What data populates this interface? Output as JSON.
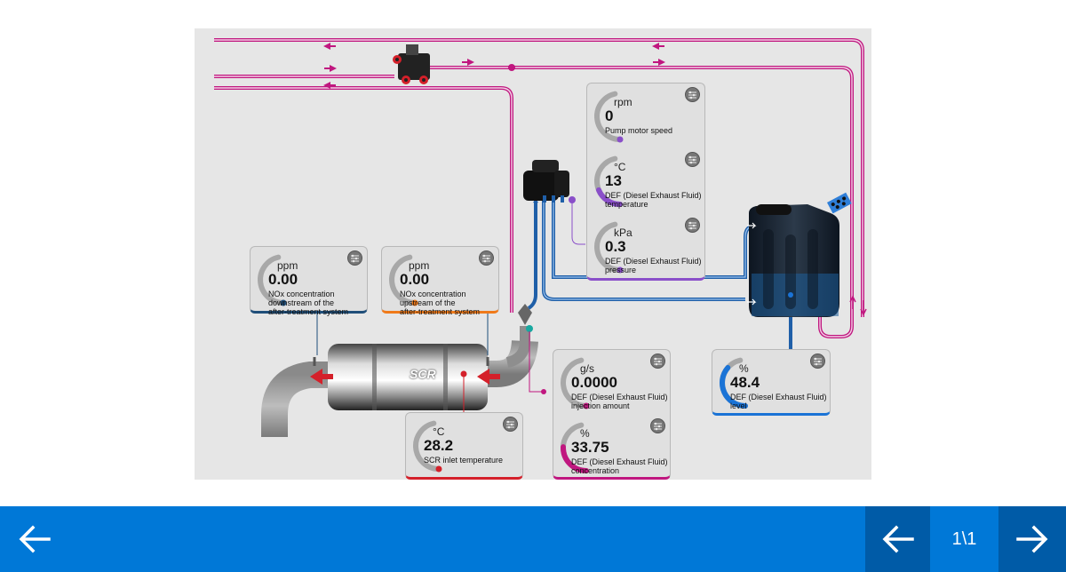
{
  "cards": {
    "pump_speed": {
      "unit": "rpm",
      "value": "0",
      "label": [
        "Pump motor speed"
      ],
      "color": "#8a4fc9",
      "level": 0.0
    },
    "def_temp": {
      "unit": "°C",
      "value": "13",
      "label": [
        "DEF (Diesel Exhaust Fluid)",
        "temperature"
      ],
      "color": "#8a4fc9",
      "level": 0.25
    },
    "def_pressure": {
      "unit": "kPa",
      "value": "0.3",
      "label": [
        "DEF (Diesel Exhaust Fluid)",
        "pressure"
      ],
      "color": "#8a4fc9",
      "level": 0.02
    },
    "nox_down": {
      "unit": "ppm",
      "value": "0.00",
      "label": [
        "NOx concentration",
        "downstream  of the",
        "after-treatment  system"
      ],
      "color": "#1f4e79",
      "level": 0.0
    },
    "nox_up": {
      "unit": "ppm",
      "value": "0.00",
      "label": [
        "NOx concentration",
        "upstream  of the",
        "after-treatment  system"
      ],
      "color": "#f07a1a",
      "level": 0.0
    },
    "def_injection": {
      "unit": "g/s",
      "value": "0.0000",
      "label": [
        "DEF (Diesel Exhaust Fluid)",
        "injection  amount"
      ],
      "color": "#c0177f",
      "level": 0.0
    },
    "def_concentration": {
      "unit": "%",
      "value": "33.75",
      "label": [
        "DEF (Diesel Exhaust Fluid)",
        "concentration"
      ],
      "color": "#c0177f",
      "level": 0.34
    },
    "scr_temp": {
      "unit": "°C",
      "value": "28.2",
      "label": [
        "SCR inlet temperature"
      ],
      "color": "#d4202a",
      "level": 0.03
    },
    "def_level": {
      "unit": "%",
      "value": "48.4",
      "label": [
        "DEF (Diesel Exhaust Fluid)",
        "level"
      ],
      "color": "#1a73d6",
      "level": 0.484
    }
  },
  "scr_label": "SCR",
  "footer": {
    "page_indicator": "1\\1"
  },
  "icons": [
    "back-arrow-icon",
    "previous-page-icon",
    "next-page-icon",
    "settings-icon"
  ]
}
